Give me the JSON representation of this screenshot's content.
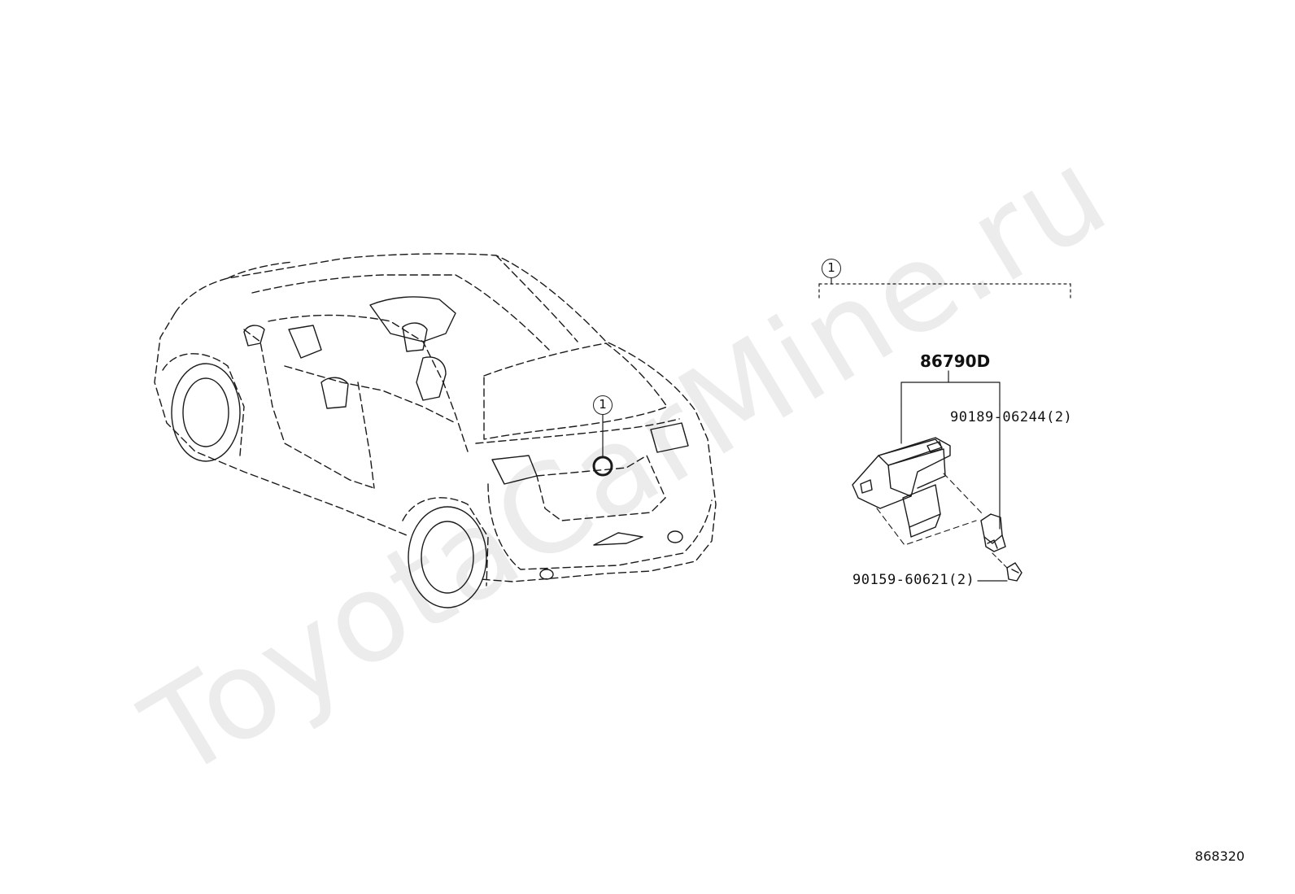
{
  "watermark": "ToyotaCarMine.ru",
  "figure_number": "868320",
  "callouts": {
    "assembly_ref": "1",
    "location_ref": "1"
  },
  "parts": {
    "camera": "86790D",
    "clip": "90189-06244(2)",
    "screw": "90159-60621(2)"
  }
}
